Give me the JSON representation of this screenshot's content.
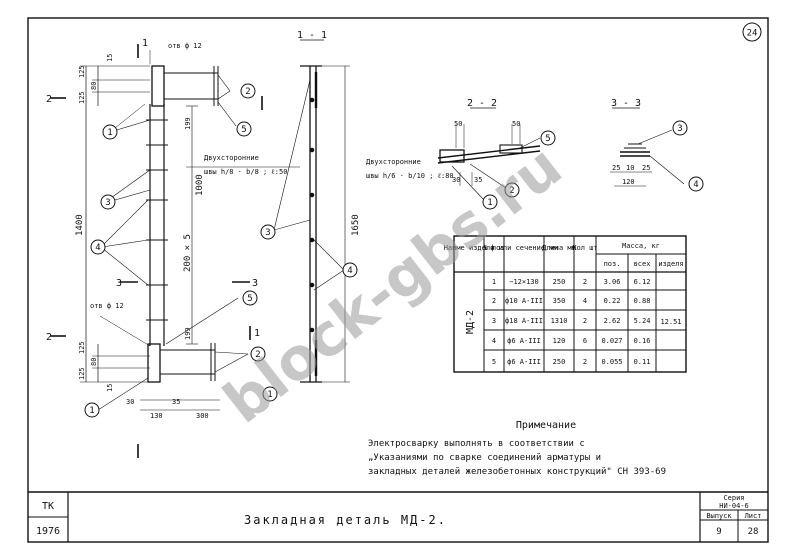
{
  "sheet_number": "24",
  "sections": {
    "s11": "1 - 1",
    "s22": "2 - 2",
    "s33": "3 - 3"
  },
  "front_view": {
    "hole_top": "отв ф 12",
    "hole_bottom": "отв ф 12",
    "dims_left_top": [
      "125",
      "80",
      "125"
    ],
    "dim_15_top": "15",
    "dim_15_bottom": "15",
    "dims_left_bottom": [
      "125",
      "80",
      "125"
    ],
    "dim_total": "1400",
    "dim_199_top": "199",
    "dim_199_bottom": "199",
    "dim_1000": "1000",
    "dim_200x5": "200 × 5",
    "dims_bottom": [
      "30",
      "130",
      "35",
      "300"
    ],
    "section_marks": [
      "2",
      "2",
      "3",
      "3",
      "1",
      "1"
    ],
    "weld_note_title": "Двухсторонние",
    "weld_note_value": "швы h/8 · b/8 ; ℓ:50"
  },
  "side_view": {
    "dim_1650": "1650"
  },
  "section_22": {
    "dims": [
      "50",
      "50"
    ],
    "weld_note_title": "Двухсторонние",
    "weld_note_value": "швы h/6 · b/10 ; ℓ:80",
    "dims_small": [
      "30",
      "35"
    ]
  },
  "section_33": {
    "dims": [
      "25",
      "10",
      "25",
      "120"
    ]
  },
  "callouts": [
    "1",
    "2",
    "3",
    "4",
    "5"
  ],
  "table": {
    "headers": {
      "name": "Наиме изделя",
      "pos": "№ поз",
      "section": "ф или сечение мм",
      "length": "Длина мм",
      "qty": "Кол шт",
      "mass": "Масса, кг",
      "mass_pos": "поз.",
      "mass_all": "всех",
      "mass_item": "изделя"
    },
    "item_name": "МД-2",
    "total_mass": "12.51",
    "rows": [
      {
        "pos": "1",
        "section": "−12×130",
        "length": "250",
        "qty": "2",
        "mass_pos": "3.06",
        "mass_all": "6.12"
      },
      {
        "pos": "2",
        "section": "ф10 А-III",
        "length": "350",
        "qty": "4",
        "mass_pos": "0.22",
        "mass_all": "0.88"
      },
      {
        "pos": "3",
        "section": "ф18 А-III",
        "length": "1310",
        "qty": "2",
        "mass_pos": "2.62",
        "mass_all": "5.24"
      },
      {
        "pos": "4",
        "section": "ф6 А-III",
        "length": "120",
        "qty": "6",
        "mass_pos": "0.027",
        "mass_all": "0.16"
      },
      {
        "pos": "5",
        "section": "ф6 А-III",
        "length": "250",
        "qty": "2",
        "mass_pos": "0.055",
        "mass_all": "0.11"
      }
    ]
  },
  "note": {
    "title": "Примечание",
    "lines": [
      "Электросварку выполнять в соответствии с",
      "„Указаниями по сварке соединений арматуры и",
      "закладных деталей железобетонных конструкций\" СН 393-69"
    ]
  },
  "stamp": {
    "code": "ТК",
    "year": "1976",
    "title": "Закладная   деталь   МД-2.",
    "series_label": "Серия",
    "series_value": "НИ-04-6",
    "issue_label": "Выпуск",
    "issue_value": "9",
    "sheet_label": "Лист",
    "sheet_value": "28"
  },
  "watermark": "block-gbs.ru"
}
